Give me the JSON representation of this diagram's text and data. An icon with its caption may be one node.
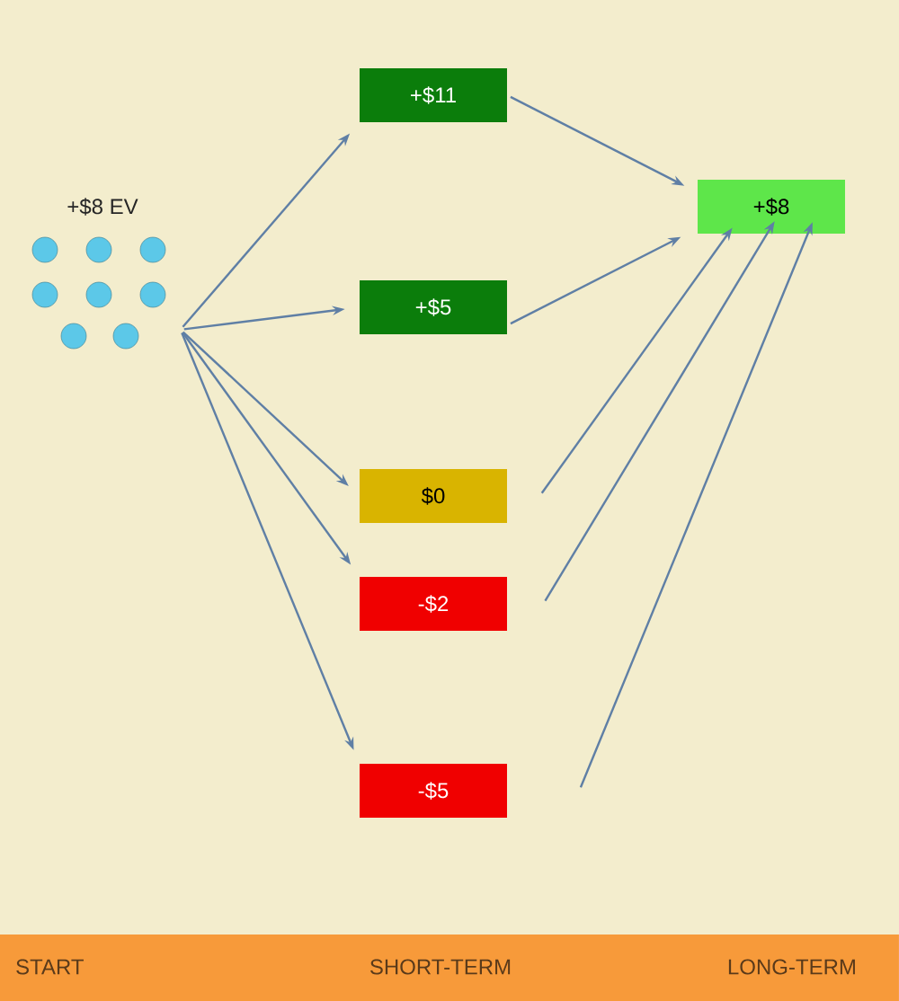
{
  "diagram": {
    "nodes": [
      {
        "text": [
          "+$8 EV"
        ]
      },
      {
        "text": [
          "+$11"
        ]
      },
      {
        "text": [
          "+$5"
        ]
      },
      {
        "text": [
          "$0"
        ]
      },
      {
        "text": [
          "-$2"
        ]
      },
      {
        "text": [
          "-$5"
        ]
      },
      {
        "text": [
          "+$8"
        ]
      }
    ],
    "edges": [
      {
        "from": 0,
        "to": 1,
        "arrow": "to"
      },
      {
        "from": 0,
        "to": 2,
        "arrow": "to"
      },
      {
        "from": 0,
        "to": 3,
        "arrow": "to"
      },
      {
        "from": 0,
        "to": 4,
        "arrow": "to"
      },
      {
        "from": 0,
        "to": 5,
        "arrow": "to"
      },
      {
        "from": 1,
        "to": 6,
        "arrow": "to"
      },
      {
        "from": 2,
        "to": 6,
        "arrow": "to"
      },
      {
        "from": 3,
        "to": 6,
        "arrow": "to"
      },
      {
        "from": 4,
        "to": 6,
        "arrow": "to"
      },
      {
        "from": 5,
        "to": 6,
        "arrow": "to"
      }
    ],
    "labels": [
      "START",
      "SHORT-TERM",
      "LONG-TERM"
    ]
  }
}
